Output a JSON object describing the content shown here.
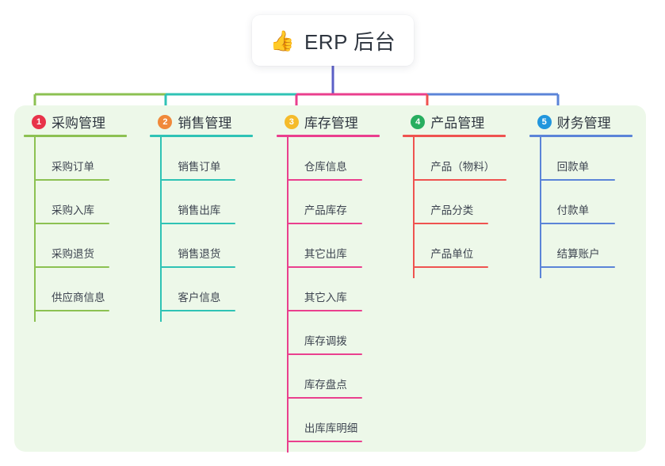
{
  "root": {
    "emoji": "👍",
    "emoji_name": "thumbs-up-icon",
    "title": "ERP 后台"
  },
  "palette": {
    "background": "#ffffff",
    "panel": "#edf8e9",
    "card": "#ffffff",
    "text": "#2f3640",
    "leaf_text": "#3d4450",
    "root_connector": "#5b5fc7"
  },
  "columns": [
    {
      "number": "1",
      "title": "采购管理",
      "badge_color": "#e8334a",
      "line_color": "#8cc152",
      "items": [
        {
          "label": "采购订单"
        },
        {
          "label": "采购入库"
        },
        {
          "label": "采购退货"
        },
        {
          "label": "供应商信息"
        }
      ]
    },
    {
      "number": "2",
      "title": "销售管理",
      "badge_color": "#f0893a",
      "line_color": "#2fc3b5",
      "items": [
        {
          "label": "销售订单"
        },
        {
          "label": "销售出库"
        },
        {
          "label": "销售退货"
        },
        {
          "label": "客户信息"
        }
      ]
    },
    {
      "number": "3",
      "title": "库存管理",
      "badge_color": "#f5bb2a",
      "line_color": "#ea3f8e",
      "items": [
        {
          "label": "仓库信息"
        },
        {
          "label": "产品库存"
        },
        {
          "label": "其它出库"
        },
        {
          "label": "其它入库"
        },
        {
          "label": "库存调拨"
        },
        {
          "label": "库存盘点"
        },
        {
          "label": "出库库明细"
        }
      ]
    },
    {
      "number": "4",
      "title": "产品管理",
      "badge_color": "#27ae5f",
      "line_color": "#ef5350",
      "items": [
        {
          "label": "产品（物料）"
        },
        {
          "label": "产品分类"
        },
        {
          "label": "产品单位"
        }
      ]
    },
    {
      "number": "5",
      "title": "财务管理",
      "badge_color": "#2196dd",
      "line_color": "#5b84d8",
      "items": [
        {
          "label": "回款单"
        },
        {
          "label": "付款单"
        },
        {
          "label": "结算账户"
        }
      ]
    }
  ]
}
